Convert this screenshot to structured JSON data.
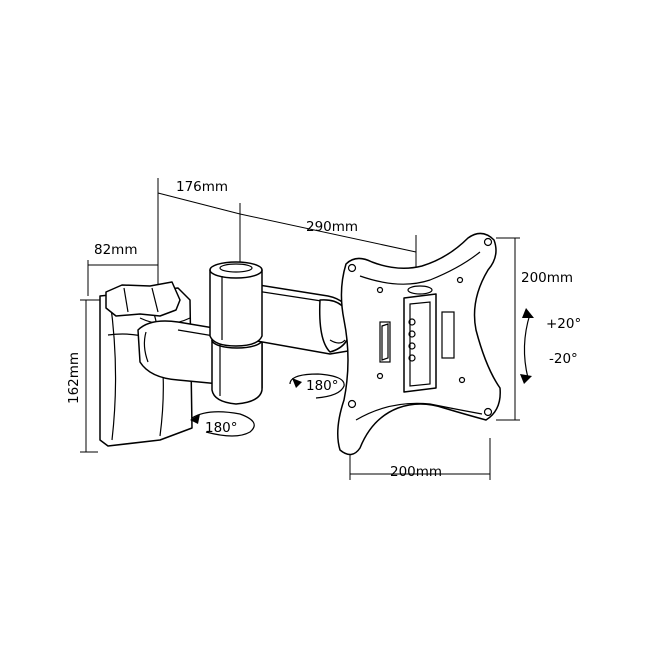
{
  "dimensions": {
    "wall_depth": "82mm",
    "arm_segment": "176mm",
    "max_extension": "290mm",
    "wall_height": "162mm",
    "vesa_height": "200mm",
    "vesa_width": "200mm"
  },
  "rotations": {
    "wall_swivel": "180°",
    "arm_swivel": "180°",
    "tilt_up": "+20°",
    "tilt_down": "-20°"
  },
  "colors": {
    "line": "#000000",
    "background": "#ffffff"
  }
}
